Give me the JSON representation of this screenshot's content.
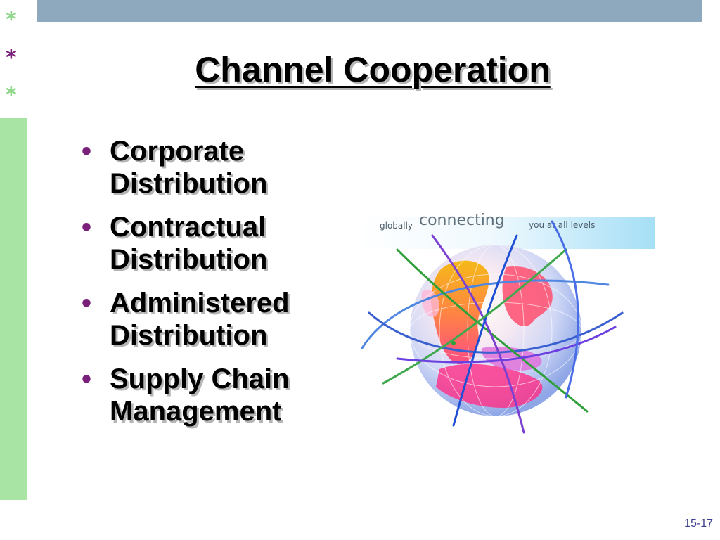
{
  "slide": {
    "title": "Channel Cooperation",
    "bullets": [
      {
        "line1": "Corporate",
        "line2": "Distribution"
      },
      {
        "line1": "Contractual",
        "line2": "Distribution"
      },
      {
        "line1": "Administered",
        "line2": "Distribution"
      },
      {
        "line1": "Supply Chain",
        "line2": "Management"
      }
    ],
    "bullet_symbol": "•",
    "stars": [
      "*",
      "*",
      "*"
    ],
    "image_tagline": {
      "left": "globally",
      "middle": "connecting",
      "right": "you at all levels"
    },
    "page_number": "15-17"
  },
  "colors": {
    "top_bar": "#8ea8bd",
    "side_bar": "#a8e4a3",
    "accent_purple": "#7a1f7a",
    "accent_green": "#8fd88a",
    "page_number": "#3b3b8f"
  },
  "icons": {
    "globe": "globe-with-orbits-image"
  }
}
